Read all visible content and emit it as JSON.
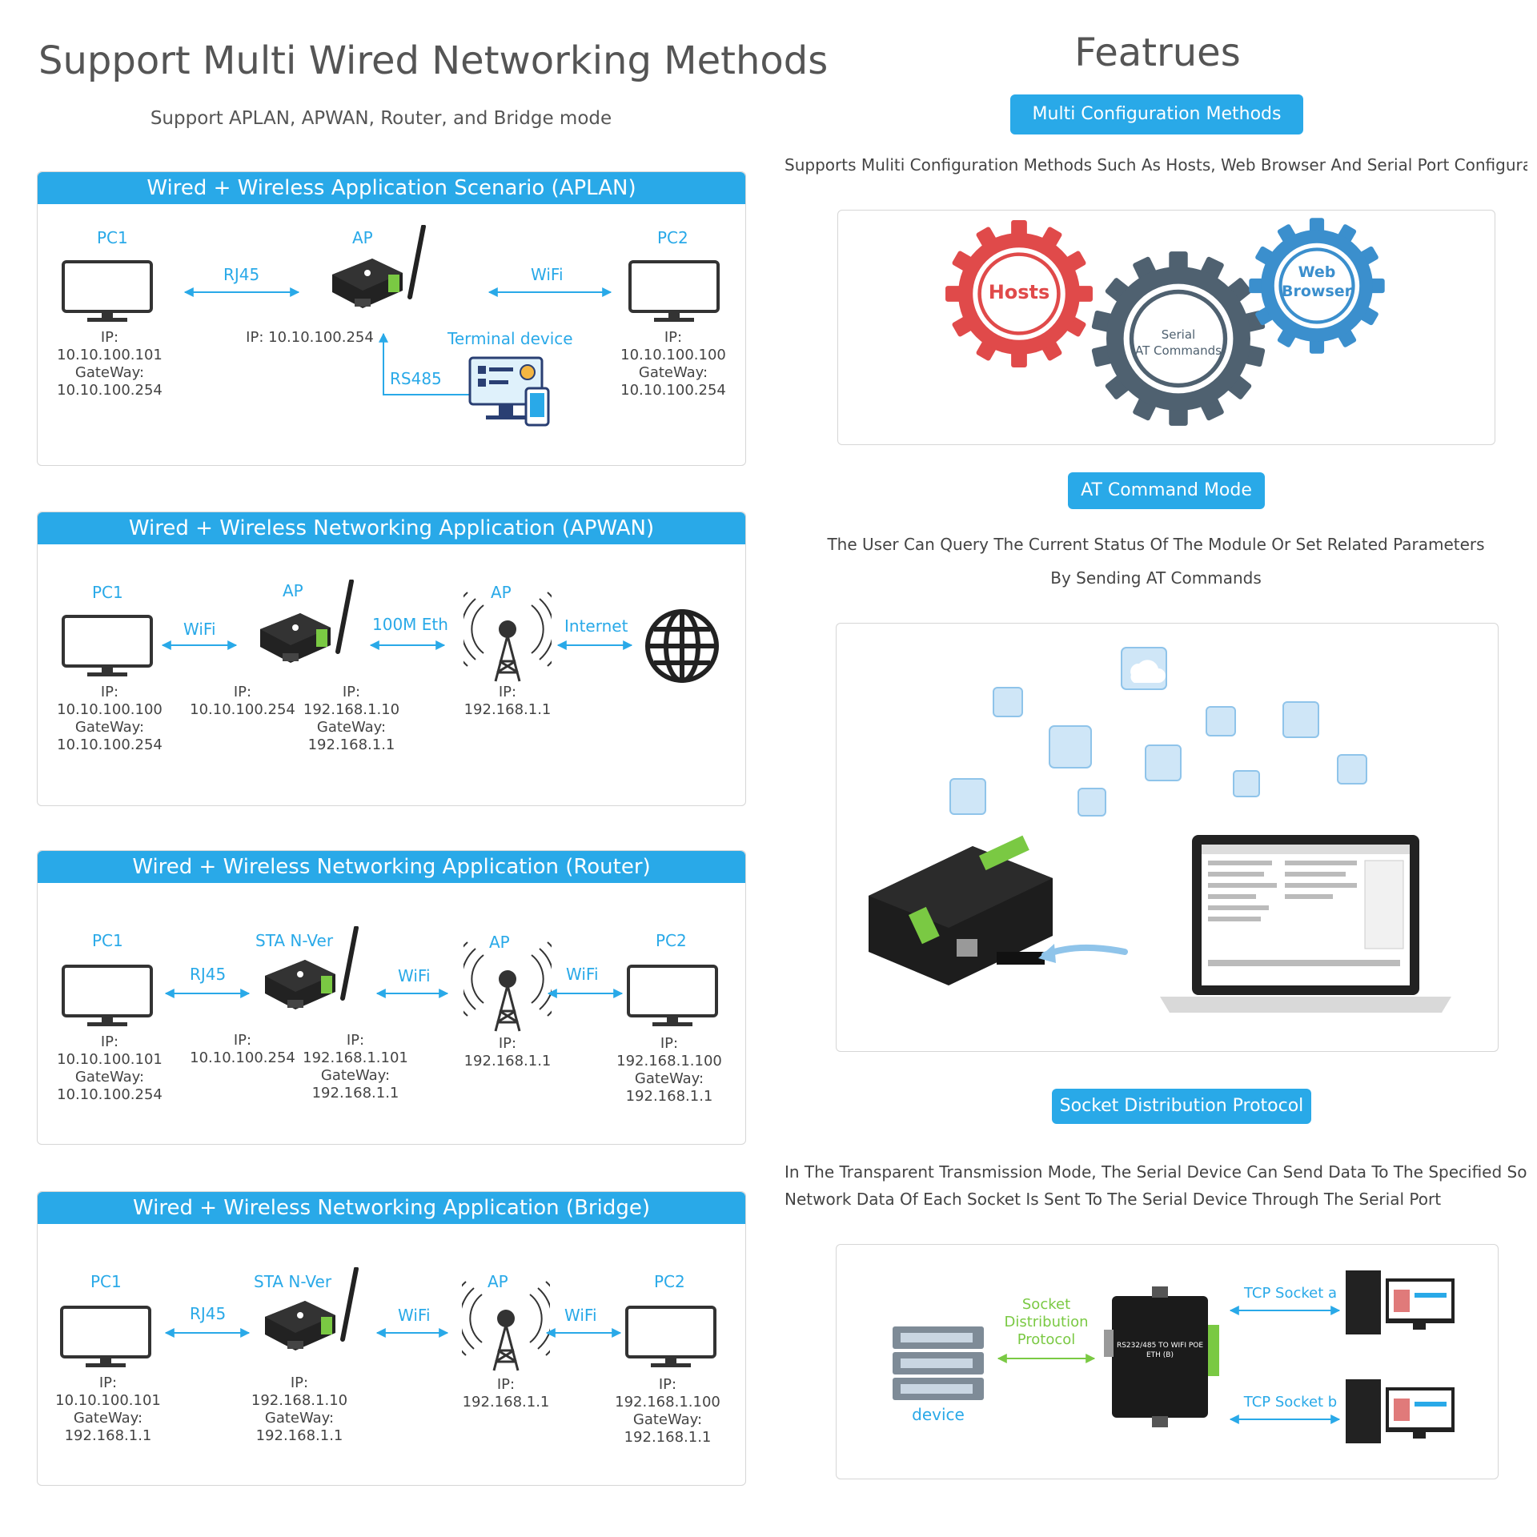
{
  "left": {
    "title": "Support Multi Wired Networking Methods",
    "subtitle": "Support APLAN, APWAN, Router, and Bridge mode",
    "panels": [
      {
        "header": "Wired + Wireless Application Scenario (APLAN)",
        "pc1_label": "PC1",
        "pc1_ip": "IP:\n10.10.100.101\nGateWay:\n10.10.100.254",
        "link1": "RJ45",
        "ap_label": "AP",
        "ap_ip": "IP: 10.10.100.254",
        "link2": "WiFi",
        "pc2_label": "PC2",
        "pc2_ip": "IP:\n10.10.100.100\nGateWay:\n10.10.100.254",
        "terminal": "Terminal device",
        "rs485": "RS485"
      },
      {
        "header": "Wired + Wireless Networking Application (APWAN)",
        "pc1_label": "PC1",
        "pc1_ip": "IP:\n10.10.100.100\nGateWay:\n10.10.100.254",
        "link1": "WiFi",
        "ap_label": "AP",
        "dev_ip_left": "IP:\n10.10.100.254",
        "dev_ip_right": "IP:\n192.168.1.10\nGateWay:\n192.168.1.1",
        "link2": "100M Eth",
        "ap2_label": "AP",
        "ap2_ip": "IP:\n192.168.1.1",
        "link3": "Internet"
      },
      {
        "header": "Wired + Wireless Networking Application (Router)",
        "pc1_label": "PC1",
        "pc1_ip": "IP:\n10.10.100.101\nGateWay:\n10.10.100.254",
        "link1": "RJ45",
        "dev_label": "STA N-Ver",
        "dev_ip_left": "IP:\n10.10.100.254",
        "dev_ip_right": "IP:\n192.168.1.101\nGateWay:\n192.168.1.1",
        "link2": "WiFi",
        "ap_label": "AP",
        "ap_ip": "IP:\n192.168.1.1",
        "link3": "WiFi",
        "pc2_label": "PC2",
        "pc2_ip": "IP:\n192.168.1.100\nGateWay:\n192.168.1.1"
      },
      {
        "header": "Wired + Wireless Networking Application (Bridge)",
        "pc1_label": "PC1",
        "pc1_ip": "IP:\n10.10.100.101\nGateWay:\n192.168.1.1",
        "link1": "RJ45",
        "dev_label": "STA N-Ver",
        "dev_ip": "IP:\n192.168.1.10\nGateWay:\n192.168.1.1",
        "link2": "WiFi",
        "ap_label": "AP",
        "ap_ip": "IP:\n192.168.1.1",
        "link3": "WiFi",
        "pc2_label": "PC2",
        "pc2_ip": "IP:\n192.168.1.100\nGateWay:\n192.168.1.1"
      }
    ]
  },
  "right": {
    "title": "Featrues",
    "section1": {
      "pill": "Multi Configuration Methods",
      "desc": "Supports Muliti Configuration Methods Such As Hosts, Web Browser And Serial Port Configuration",
      "gear_hosts": "Hosts",
      "gear_serial_1": "Serial",
      "gear_serial_2": "AT Commands",
      "gear_web_1": "Web",
      "gear_web_2": "Browser"
    },
    "section2": {
      "pill": "AT Command Mode",
      "desc1": "The User Can Query The Current Status Of The Module Or Set Related Parameters",
      "desc2": "By Sending AT Commands"
    },
    "section3": {
      "pill": "Socket Distribution Protocol",
      "desc1": "In The Transparent Transmission Mode, The Serial Device Can Send Data To The Specified Socket",
      "desc2": "Network Data Of Each Socket Is Sent To The Serial Device Through The Serial Port",
      "protocol_1": "Socket",
      "protocol_2": "Distribution",
      "protocol_3": "Protocol",
      "device": "device",
      "socket_a": "TCP Socket a",
      "socket_b": "TCP Socket b",
      "module_text": "RS232/485 TO WIFI POE ETH (B)"
    }
  },
  "colors": {
    "accent": "#29a9e8",
    "gear_red": "#e04a4a",
    "gear_gray": "#4f6170",
    "gear_blue": "#3b8fcd",
    "green": "#7ac943"
  }
}
